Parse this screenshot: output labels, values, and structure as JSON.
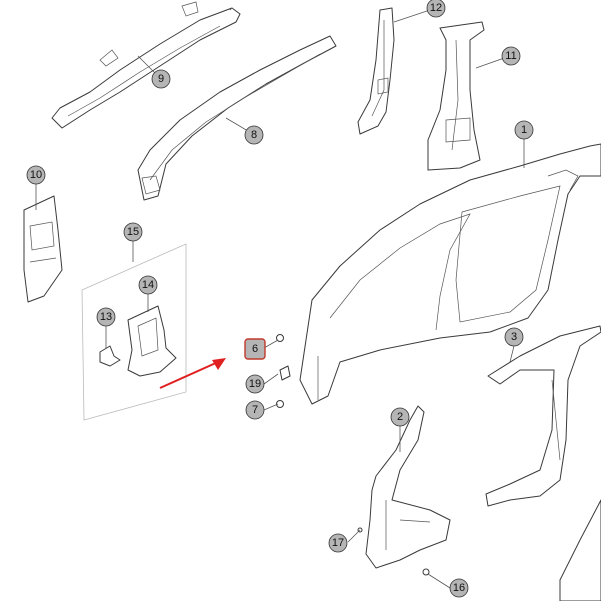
{
  "callouts": {
    "c1": "1",
    "c2": "2",
    "c3": "3",
    "c6": "6",
    "c7": "7",
    "c8": "8",
    "c9": "9",
    "c10": "10",
    "c11": "11",
    "c12": "12",
    "c13": "13",
    "c14": "14",
    "c15": "15",
    "c16": "16",
    "c17": "17",
    "c19": "19"
  },
  "highlight": {
    "callout": "6",
    "border_color": "#c0392b"
  },
  "arrow": {
    "color": "#e02020",
    "icon": "arrow-icon"
  }
}
